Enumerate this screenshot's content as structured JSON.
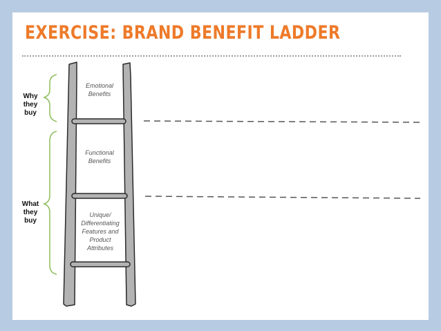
{
  "title": "EXERCISE: BRAND BENEFIT LADDER",
  "labels": {
    "why": "Why they buy",
    "what": "What they buy"
  },
  "ladder": {
    "tiers": [
      "Emotional Benefits",
      "Functional Benefits",
      "Unique/ Differentiating Features and Product Attributes"
    ]
  },
  "colors": {
    "title": "#ee7a2a",
    "bracket": "#8bbd5a",
    "ladder_fill": "#b3b3b3",
    "ladder_stroke": "#2a2a2a",
    "frame": "#b7cbe2"
  }
}
